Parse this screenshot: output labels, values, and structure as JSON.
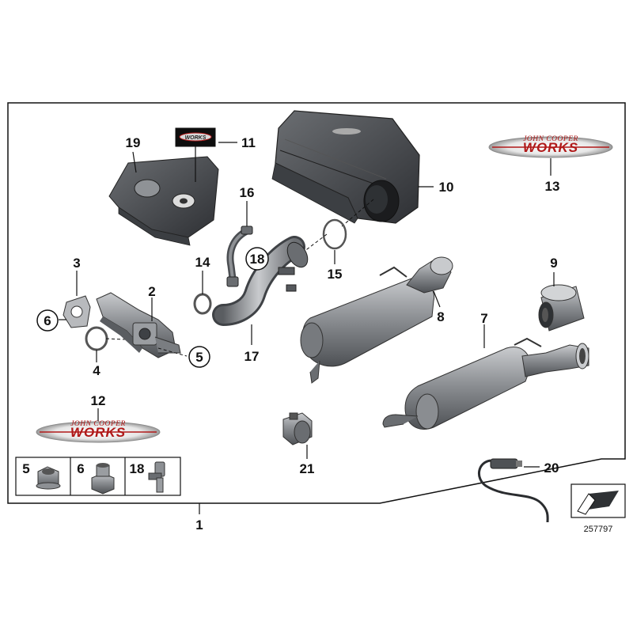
{
  "callouts": [
    {
      "id": "c1",
      "label": "1",
      "circled": false
    },
    {
      "id": "c2",
      "label": "2",
      "circled": false
    },
    {
      "id": "c3",
      "label": "3",
      "circled": false
    },
    {
      "id": "c4",
      "label": "4",
      "circled": false
    },
    {
      "id": "c5",
      "label": "5",
      "circled": true
    },
    {
      "id": "c6",
      "label": "6",
      "circled": true
    },
    {
      "id": "c7",
      "label": "7",
      "circled": false
    },
    {
      "id": "c8",
      "label": "8",
      "circled": false
    },
    {
      "id": "c9",
      "label": "9",
      "circled": false
    },
    {
      "id": "c10",
      "label": "10",
      "circled": false
    },
    {
      "id": "c11",
      "label": "11",
      "circled": false
    },
    {
      "id": "c12",
      "label": "12",
      "circled": false
    },
    {
      "id": "c13",
      "label": "13",
      "circled": false
    },
    {
      "id": "c14",
      "label": "14",
      "circled": false
    },
    {
      "id": "c15",
      "label": "15",
      "circled": false
    },
    {
      "id": "c16",
      "label": "16",
      "circled": false
    },
    {
      "id": "c17",
      "label": "17",
      "circled": false
    },
    {
      "id": "c18",
      "label": "18",
      "circled": true
    },
    {
      "id": "c19",
      "label": "19",
      "circled": false
    },
    {
      "id": "c20",
      "label": "20",
      "circled": false
    },
    {
      "id": "c21",
      "label": "21",
      "circled": false
    }
  ],
  "detail_box": [
    {
      "label": "5",
      "part": "flange nut"
    },
    {
      "label": "6",
      "part": "collar nut"
    },
    {
      "label": "18",
      "part": "connector"
    }
  ],
  "badges": {
    "top": "JOHN COOPER",
    "main": "WORKS"
  },
  "catalog_number": "257797",
  "colors": {
    "line": "#111111",
    "part_fill": "#8a8d91",
    "part_dark": "#4b4e52",
    "badge_red": "#b01818"
  }
}
